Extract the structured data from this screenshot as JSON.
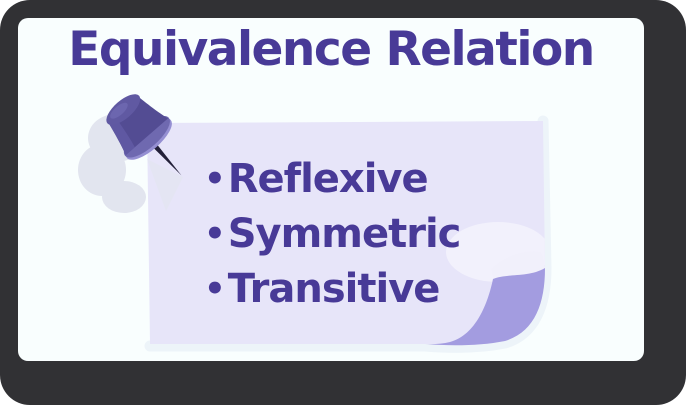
{
  "header": {
    "title": "Equivalence Relation"
  },
  "note": {
    "bullet": "•",
    "items": [
      "Reflexive",
      "Symmetric",
      "Transitive"
    ]
  },
  "icons": {
    "pushpin": "pushpin-icon"
  },
  "colors": {
    "frame": "#313134",
    "card_bg": "#F9FEFE",
    "heading_text": "#483A97",
    "note_text": "#483A97",
    "note_bg": "#E7E5F9",
    "curl": "#A39CE0",
    "halo": "#EDF4F9",
    "shadow_cloud": "#E2E5EF",
    "pin_body": "#534C93",
    "pin_cap": "#6059A2",
    "pin_flange": "#6F69B0",
    "pin_rim": "#958FD2",
    "pin_needle": "#232039"
  }
}
